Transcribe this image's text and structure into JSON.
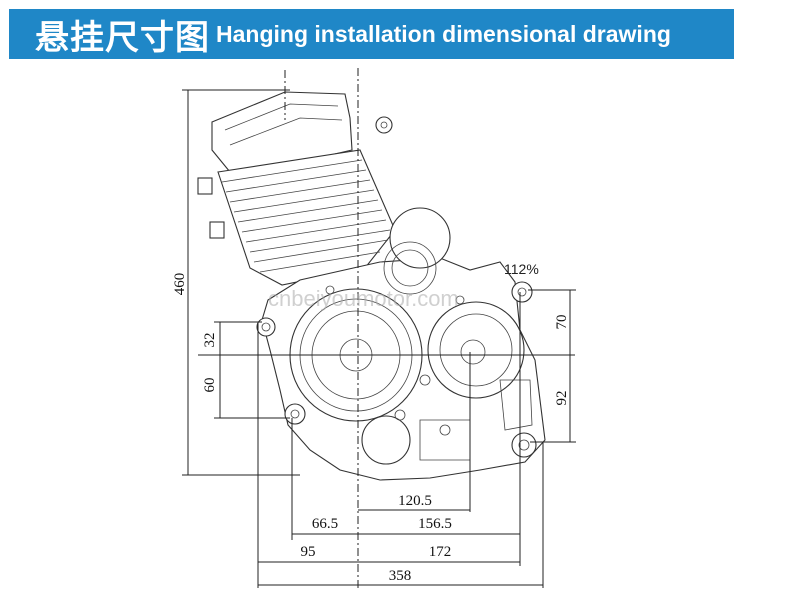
{
  "header": {
    "title_zh": "悬挂尺寸图",
    "title_en": "Hanging installation dimensional drawing"
  },
  "dimensions": {
    "height_total": "460",
    "left_32": "32",
    "left_60": "60",
    "right_70": "70",
    "right_92": "92",
    "bottom_120_5": "120.5",
    "bottom_66_5": "66.5",
    "bottom_156_5": "156.5",
    "bottom_95": "95",
    "bottom_172": "172",
    "bottom_358": "358"
  },
  "zoom_label": "112%",
  "watermark": "cnbeiyoumotor.com",
  "colors": {
    "banner": "#1f87c7",
    "banner_text": "#ffffff",
    "line": "#222222"
  }
}
